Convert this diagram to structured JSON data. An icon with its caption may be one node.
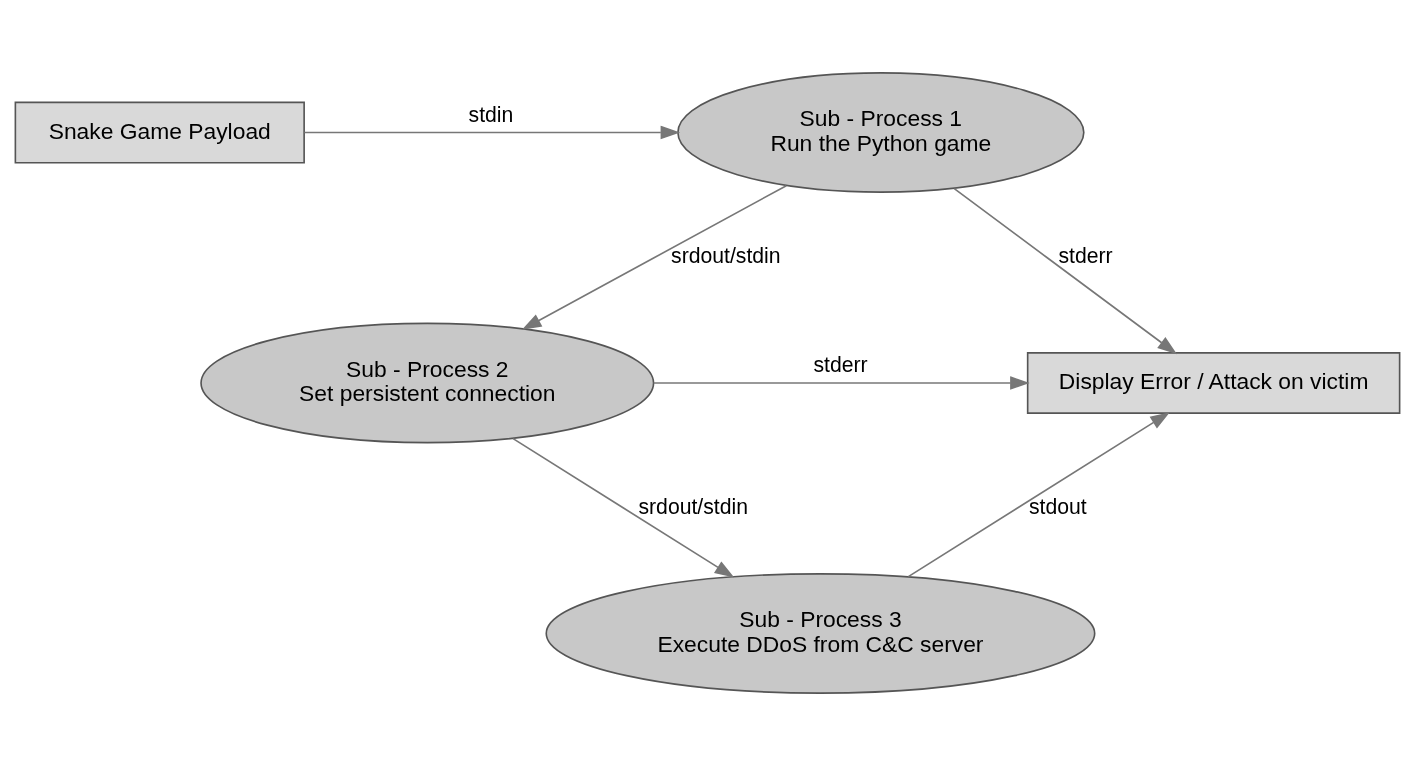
{
  "diagram": {
    "nodes": [
      {
        "text": [
          "Snake Game Payload"
        ]
      },
      {
        "text": [
          "Sub - Process 1",
          "Run the Python game"
        ]
      },
      {
        "text": [
          "Display Error / Attack on victim"
        ]
      },
      {
        "text": [
          "Sub - Process 2",
          "Set persistent connection"
        ]
      },
      {
        "text": [
          "Sub - Process 3",
          "Execute DDoS from C&C server"
        ]
      }
    ],
    "edges": [
      {
        "from": 0,
        "to": 1,
        "arrow": "to",
        "label": "stdin"
      },
      {
        "from": 1,
        "to": 2,
        "arrow": "to",
        "label": "stderr"
      },
      {
        "from": 1,
        "to": 3,
        "arrow": "to",
        "label": "srdout/stdin"
      },
      {
        "from": 3,
        "to": 2,
        "arrow": "to",
        "label": "stderr"
      },
      {
        "from": 3,
        "to": 4,
        "arrow": "to",
        "label": "srdout/stdin"
      },
      {
        "from": 4,
        "to": 2,
        "arrow": "to",
        "label": "stdout"
      }
    ]
  }
}
